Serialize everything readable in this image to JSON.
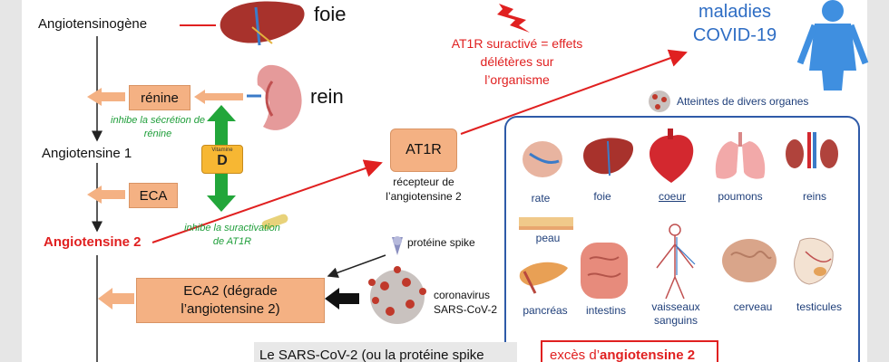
{
  "pathway": {
    "angiotensinogen": "Angiotensinogène",
    "liver": "foie",
    "kidney": "rein",
    "renin": "rénine",
    "inhibits_renin": "inhibe la sécrétion de rénine",
    "angiotensin1": "Angiotensine 1",
    "eca": "ECA",
    "vitamin_label": "Vitamine",
    "vitamin_letter": "D",
    "inhibits_at1r": "inhibe la suractivation de AT1R",
    "angiotensin2": "Angiotensine 2",
    "at1r": "AT1R",
    "at1r_desc": "récepteur de l’angiotensine 2",
    "at1r_over": "AT1R suractivé = effets délétères sur l’organisme",
    "spike": "protéine spike",
    "eca2": "ECA2 (dégrade l’angiotensine 2)",
    "coronavirus": "coronavirus SARS-CoV-2",
    "diseases": "maladies COVID-19",
    "organs_title": "Atteintes de divers organes",
    "bottom_text": "Le SARS-CoV-2 (ou la protéine spike",
    "excess_prefix": "excès d’",
    "excess_emph": "angiotensine 2"
  },
  "organs": {
    "rate": "rate",
    "foie": "foie",
    "coeur": "coeur",
    "poumons": "poumons",
    "reins": "reins",
    "peau": "peau",
    "pancreas": "pancréas",
    "intestins": "intestins",
    "vaisseaux": "vaisseaux sanguins",
    "cerveau": "cerveau",
    "testicules": "testicules"
  },
  "colors": {
    "accent_red": "#e02020",
    "green_text": "#1f9e3a",
    "blue_text": "#2e6dc4",
    "orange_box": "#f4b183",
    "panel_border": "#2e5aa8"
  }
}
